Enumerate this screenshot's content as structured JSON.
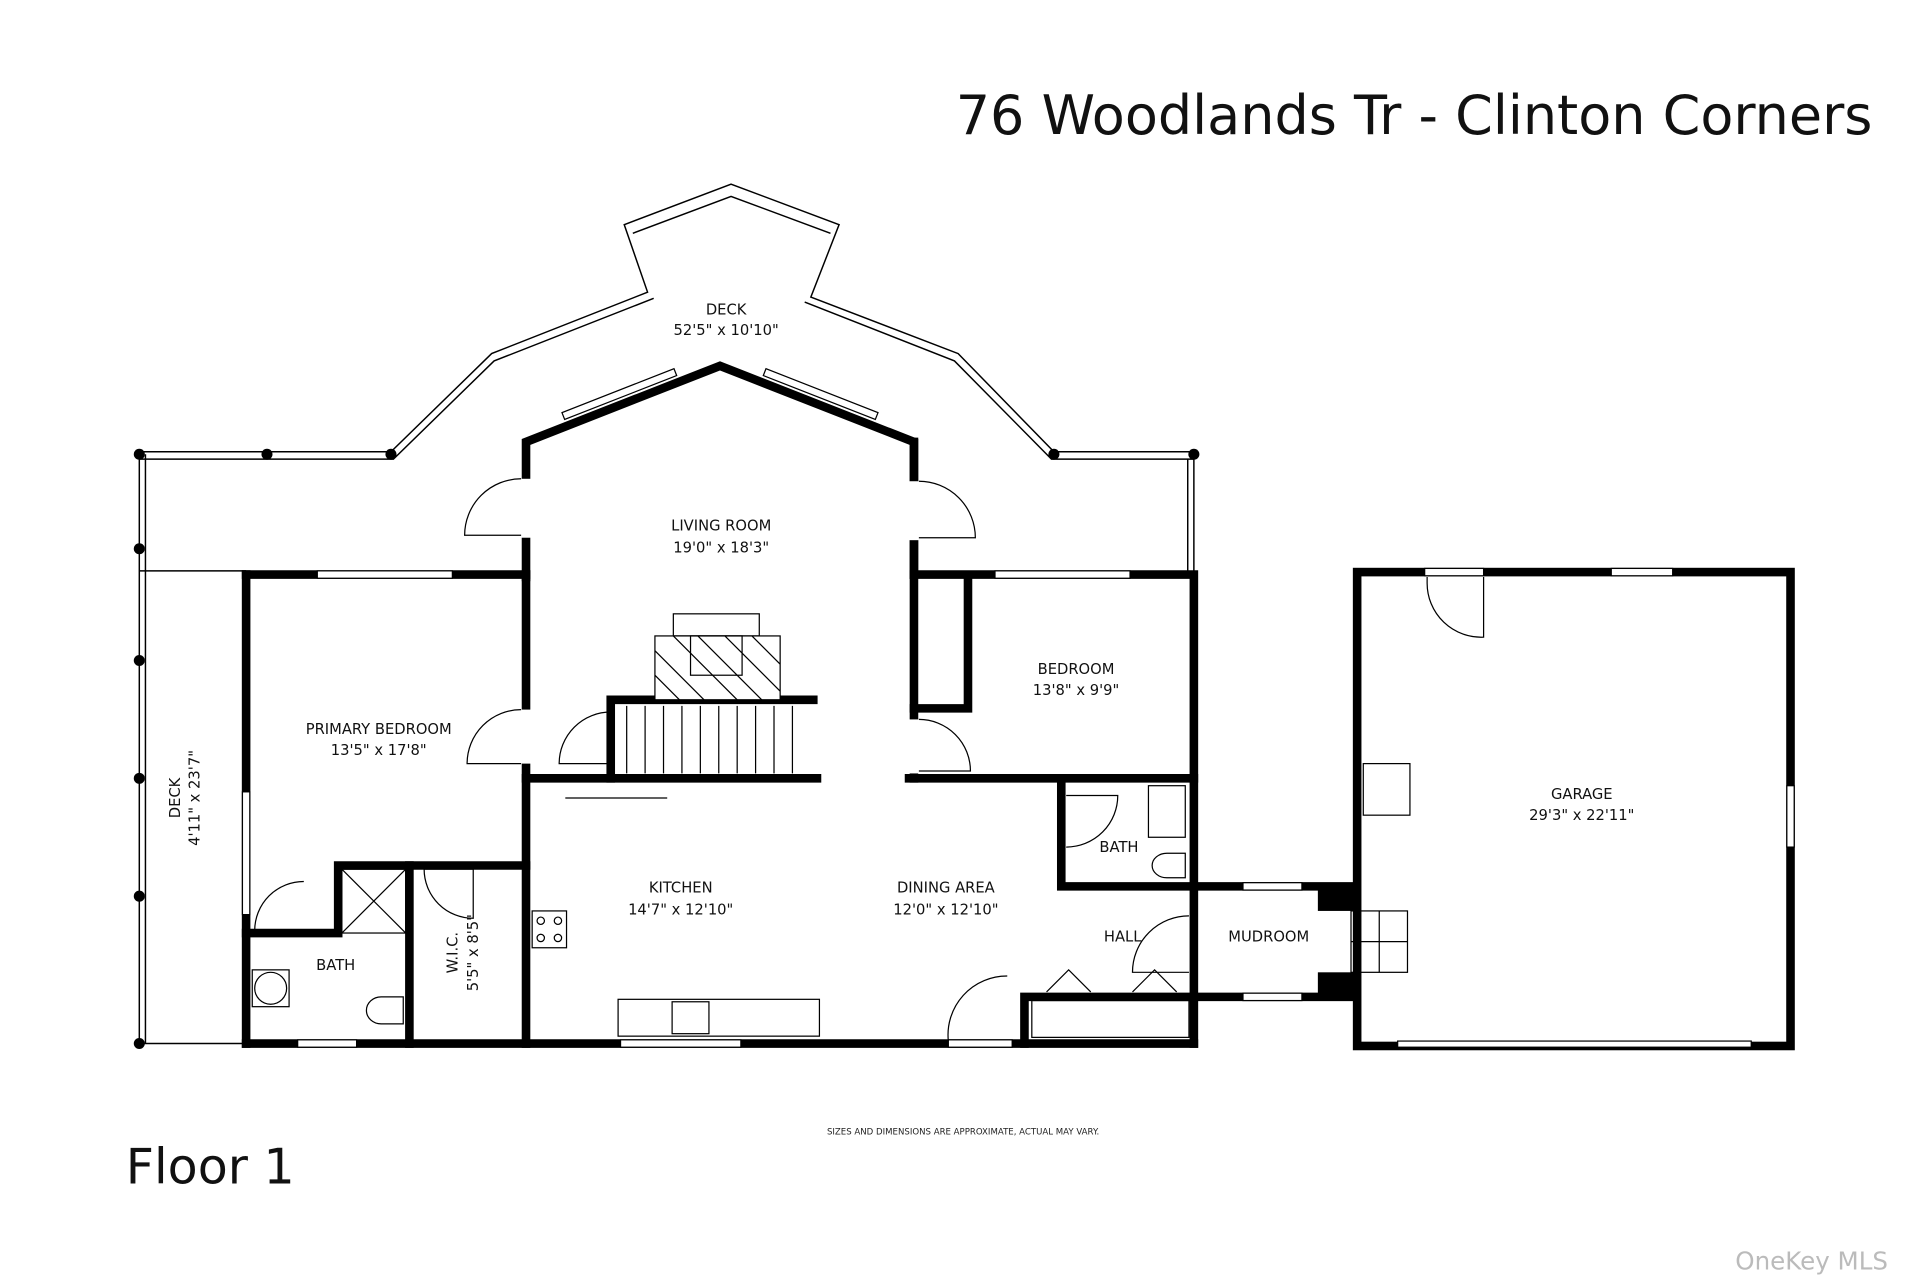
{
  "header": {
    "title": "76 Woodlands Tr - Clinton Corners"
  },
  "floor_label": "Floor 1",
  "disclaimer": "SIZES AND DIMENSIONS ARE APPROXIMATE, ACTUAL MAY VARY.",
  "watermark": "OneKey MLS",
  "rooms": {
    "deck_top": {
      "name": "DECK",
      "size": "52'5\" x 10'10\""
    },
    "living_room": {
      "name": "LIVING ROOM",
      "size": "19'0\" x 18'3\""
    },
    "bedroom": {
      "name": "BEDROOM",
      "size": "13'8\" x 9'9\""
    },
    "primary_bedroom": {
      "name": "PRIMARY BEDROOM",
      "size": "13'5\" x 17'8\""
    },
    "deck_side": {
      "name": "DECK",
      "size": "4'11\" x 23'7\""
    },
    "kitchen": {
      "name": "KITCHEN",
      "size": "14'7\" x 12'10\""
    },
    "dining_area": {
      "name": "DINING AREA",
      "size": "12'0\" x 12'10\""
    },
    "bath_right": {
      "name": "BATH"
    },
    "hall": {
      "name": "HALL"
    },
    "mudroom": {
      "name": "MUDROOM"
    },
    "garage": {
      "name": "GARAGE",
      "size": "29'3\" x 22'11\""
    },
    "bath_left": {
      "name": "BATH"
    },
    "wic": {
      "name": "W.I.C.",
      "size": "5'5\" x 8'5\""
    }
  }
}
